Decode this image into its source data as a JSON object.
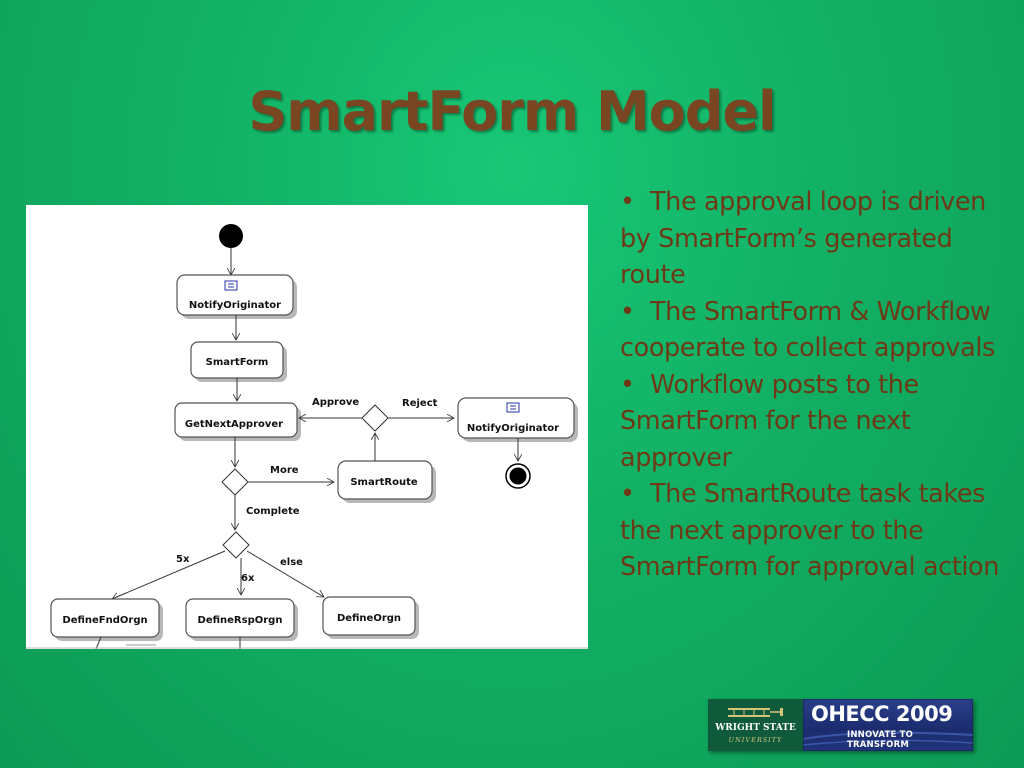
{
  "slide": {
    "title": "SmartForm Model"
  },
  "diagram": {
    "nodes": {
      "notify_originator_top": "NotifyOriginator",
      "smartform": "SmartForm",
      "get_next_approver": "GetNextApprover",
      "notify_originator_right": "NotifyOriginator",
      "smartroute": "SmartRoute",
      "define_fnd_orgn": "DefineFndOrgn",
      "define_rsp_orgn": "DefineRspOrgn",
      "define_orgn": "DefineOrgn"
    },
    "edges": {
      "approve": "Approve",
      "reject": "Reject",
      "more": "More",
      "complete": "Complete",
      "five_x": "5x",
      "six_x": "6x",
      "else": "else"
    }
  },
  "bullets": [
    {
      "marker": "•",
      "text": "The approval loop is driven by SmartForm’s generated route"
    },
    {
      "marker": "•",
      "text": "The SmartForm & Workflow cooperate to collect approvals"
    },
    {
      "marker": "•",
      "text": "Workflow posts to the SmartForm for the next approver"
    },
    {
      "marker": "•",
      "text": "The SmartRoute task takes the next approver to the SmartForm for approval action"
    }
  ],
  "logos": {
    "wsu_line1": "WRIGHT STATE",
    "wsu_line2": "UNIVERSITY",
    "ohecc_name": "OHECC 2009",
    "ohecc_tagline": "INNOVATE TO TRANSFORM"
  },
  "colors": {
    "background": "#12b064",
    "title": "#7a4622",
    "bullet_text": "#6d3a17",
    "wsu_green": "#0e5a3a",
    "ohecc_blue": "#1b2c6e"
  }
}
